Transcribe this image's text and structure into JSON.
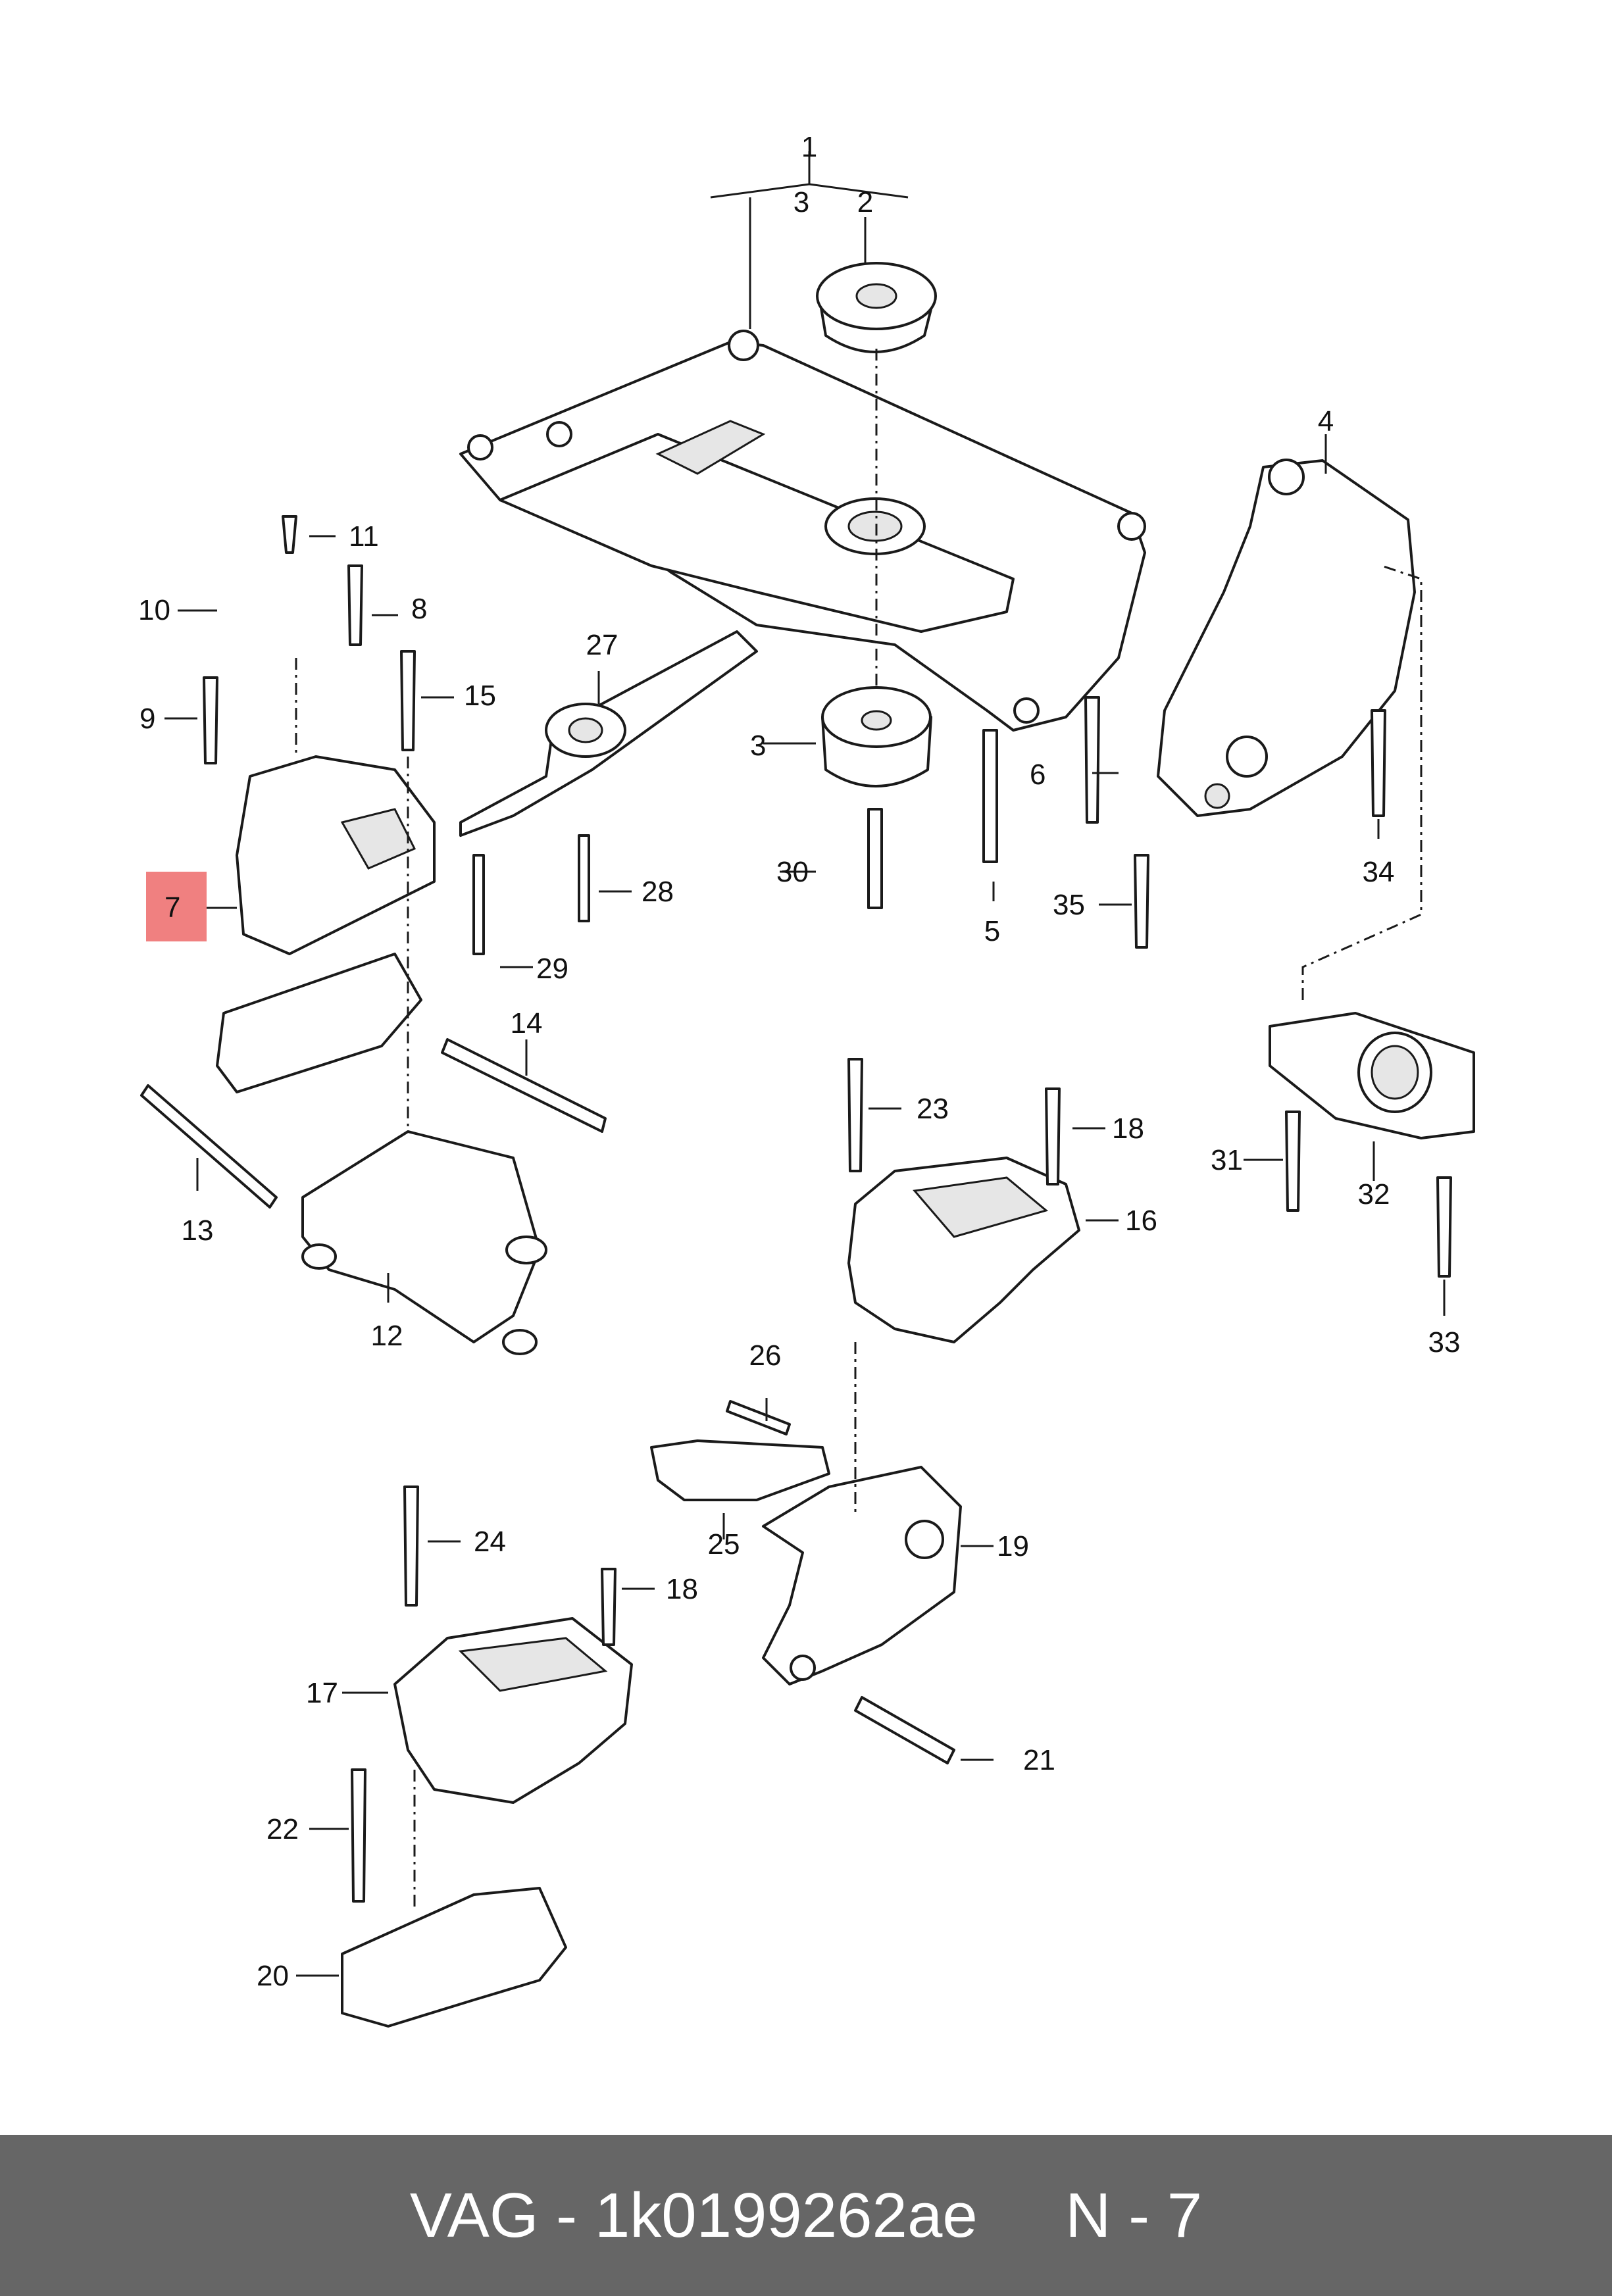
{
  "highlight_color": "#f08080",
  "footer_bg_color": "#666666",
  "footer": {
    "brand": "VAG",
    "part_number": "1k0199262ae",
    "position": "N - 7"
  },
  "callouts": {
    "c1": "1",
    "c2": "2",
    "c3a": "3",
    "c3b": "3",
    "c4": "4",
    "c5": "5",
    "c6": "6",
    "c7": "7",
    "c8": "8",
    "c9": "9",
    "c10": "10",
    "c11": "11",
    "c12": "12",
    "c13": "13",
    "c14": "14",
    "c15": "15",
    "c16": "16",
    "c17": "17",
    "c18a": "18",
    "c18b": "18",
    "c19": "19",
    "c20": "20",
    "c21": "21",
    "c22": "22",
    "c23": "23",
    "c24": "24",
    "c25": "25",
    "c26": "26",
    "c27": "27",
    "c28": "28",
    "c29": "29",
    "c30": "30",
    "c31": "31",
    "c32": "32",
    "c33": "33",
    "c34": "34",
    "c35": "35"
  }
}
